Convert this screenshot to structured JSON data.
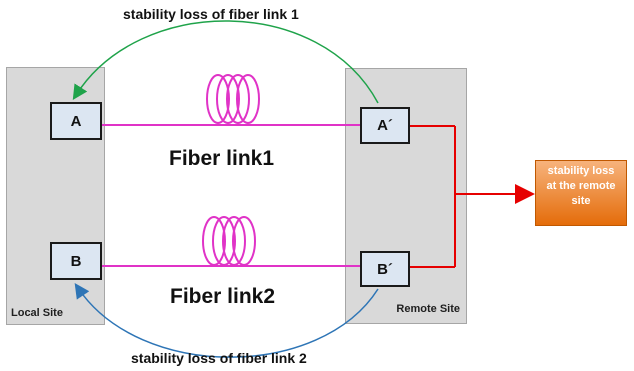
{
  "sites": {
    "local_label": "Local Site",
    "remote_label": "Remote Site"
  },
  "nodes": {
    "a": "A",
    "b": "B",
    "a_prime": "A´",
    "b_prime": "B´"
  },
  "links": {
    "link1": "Fiber link1",
    "link2": "Fiber link2"
  },
  "arrows": {
    "top": "stability loss of fiber link 1",
    "bottom": "stability loss of fiber link 2"
  },
  "remote_box": {
    "lines": [
      "stability loss",
      "at the remote",
      "site"
    ]
  },
  "colors": {
    "fiber": "#e033c7",
    "top_arrow": "#1fa34a",
    "bottom_arrow": "#2e75b6",
    "remote_lines": "#e60000",
    "remote_box": "#e46c0a",
    "node_fill": "#dce6f2",
    "site_fill": "#d9d9d9"
  }
}
